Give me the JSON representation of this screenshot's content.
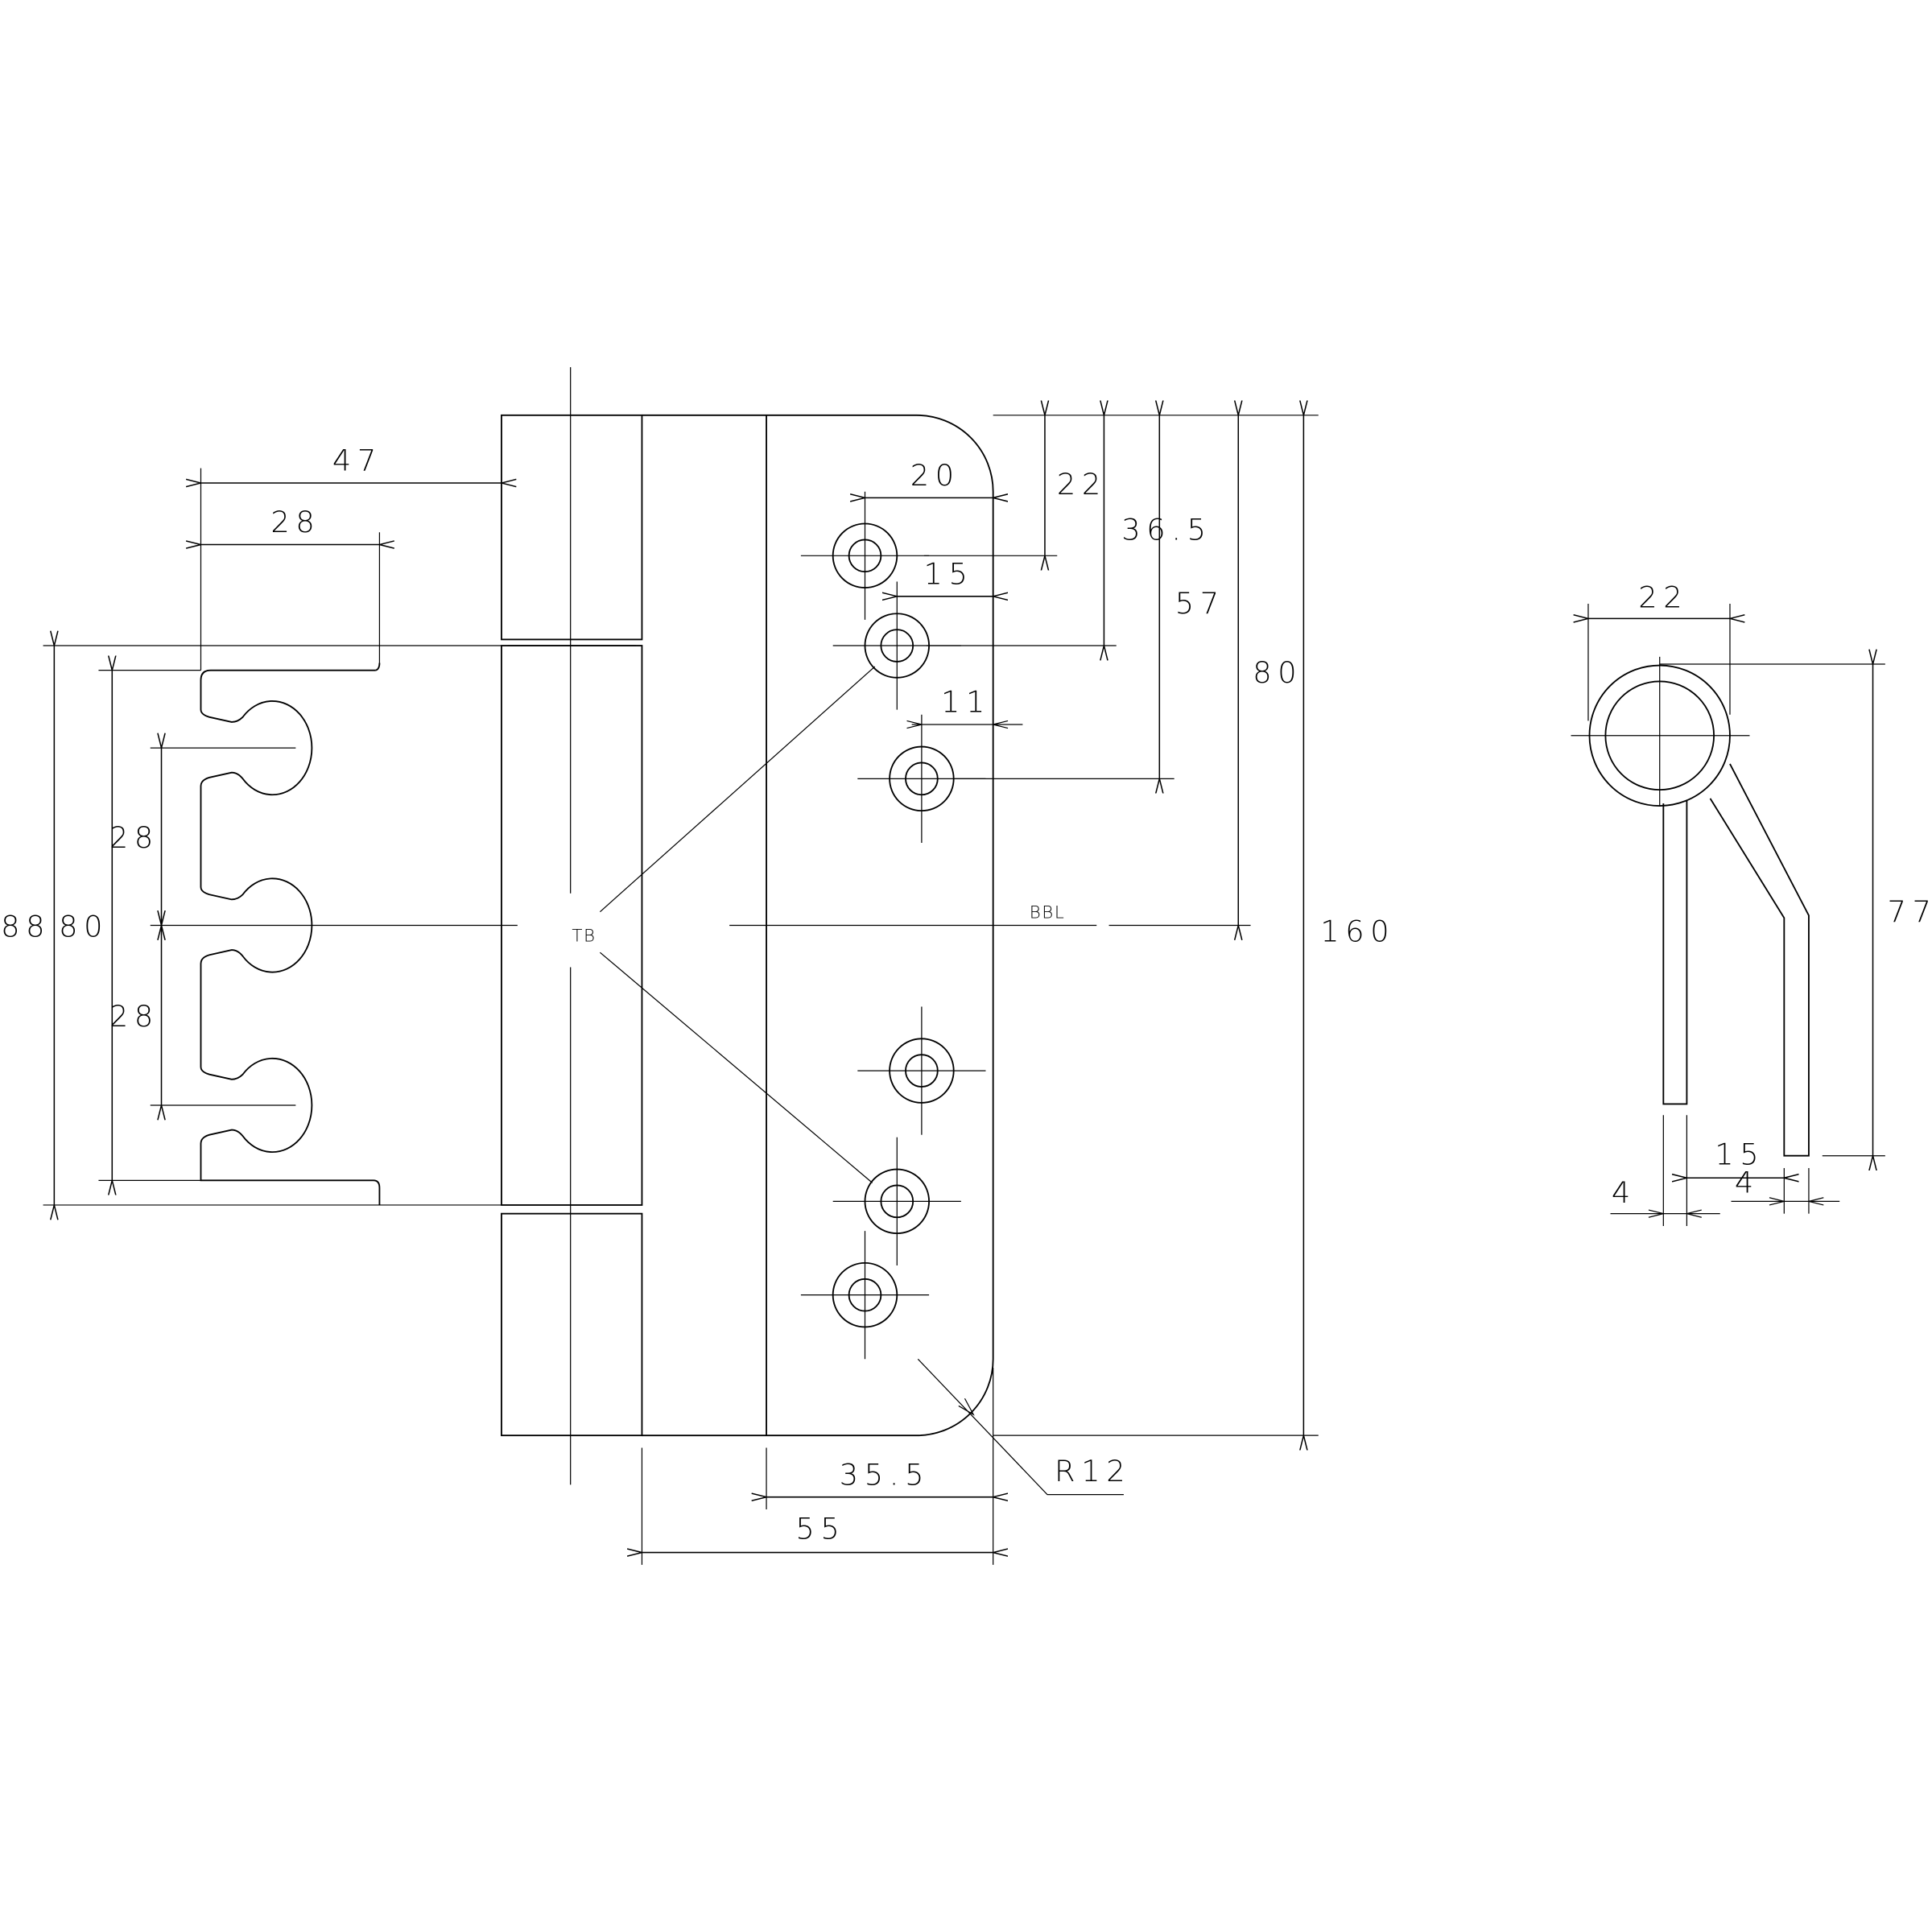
{
  "front_view": {
    "labels": {
      "tb": "TB",
      "bbl": "BBL",
      "r12": "R12",
      "d47": "47",
      "d28_top": "28",
      "d88": "88",
      "d80_left": "80",
      "d28_upper": "28",
      "d28_lower": "28",
      "d20": "20",
      "d15": "15",
      "d11": "11",
      "d22": "22",
      "d36_5": "36.5",
      "d57": "57",
      "d80_right": "80",
      "d160": "160",
      "d35_5": "35.5",
      "d55": "55"
    }
  },
  "side_view": {
    "labels": {
      "d22": "22",
      "d77": "77",
      "d15": "15",
      "d4_left": "4",
      "d4_right": "4"
    }
  },
  "colors": {
    "line": "#000000",
    "background": "#ffffff"
  }
}
